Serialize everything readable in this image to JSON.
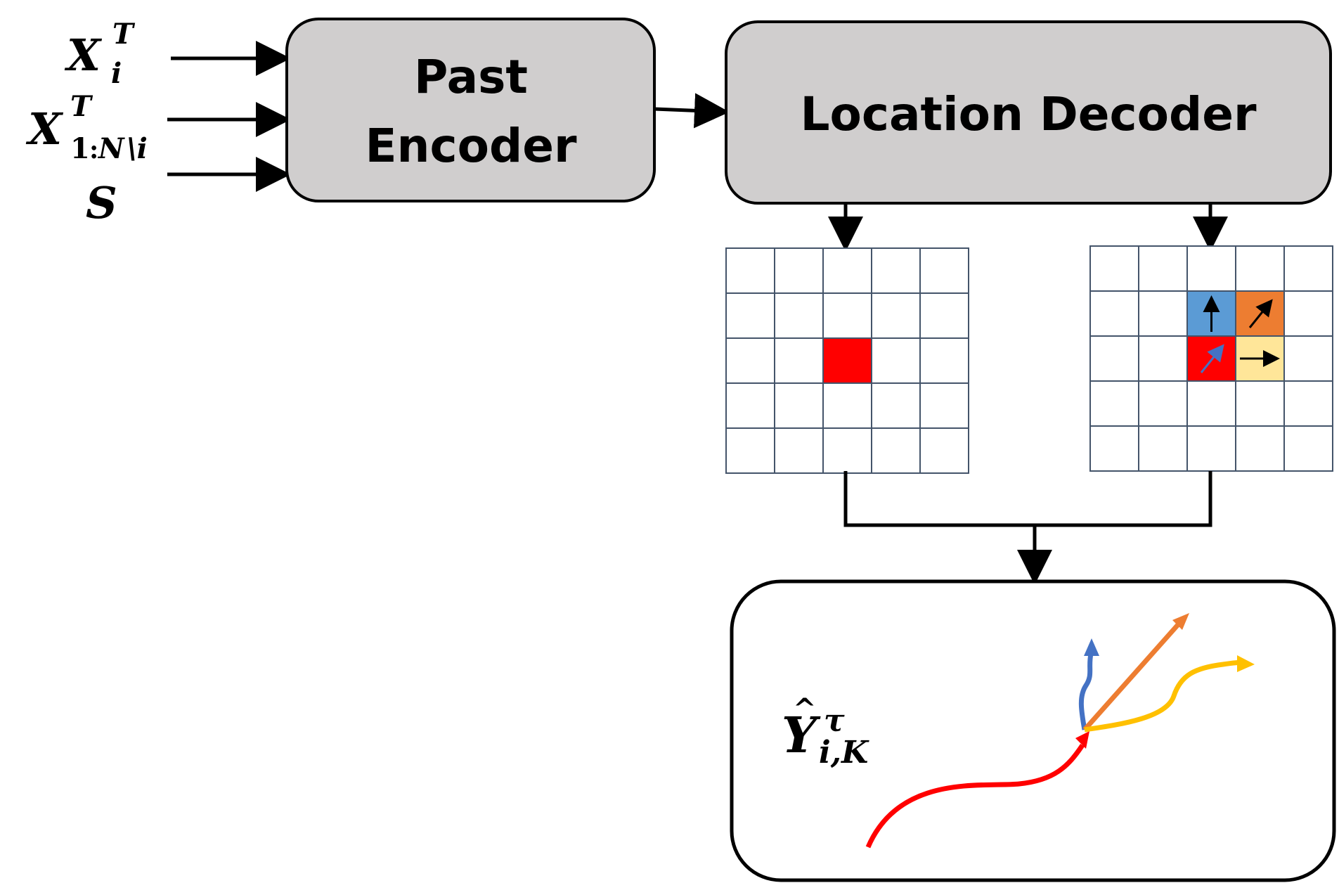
{
  "inputs": {
    "xi": {
      "base": "X",
      "sup": "T",
      "sub": "i"
    },
    "xothers": {
      "base": "X",
      "sup": "T",
      "sub_num": "1",
      "sub_colon": ":",
      "sub_n": "N",
      "sub_rest": "\\i"
    },
    "s": "S"
  },
  "encoder": {
    "line1": "Past",
    "line2": "Encoder"
  },
  "decoder": {
    "label": "Location Decoder"
  },
  "grids": {
    "rows": 5,
    "cols": 5,
    "left_highlight": {
      "row": 2,
      "col": 2,
      "color": "#ff0000"
    },
    "right_cells": [
      {
        "row": 1,
        "col": 2,
        "color": "#5b9bd5",
        "arrow": "up",
        "arrow_color": "#000000"
      },
      {
        "row": 1,
        "col": 3,
        "color": "#ed7d31",
        "arrow": "up-right",
        "arrow_color": "#000000"
      },
      {
        "row": 2,
        "col": 2,
        "color": "#ff0000",
        "arrow": "up-right",
        "arrow_color": "#4472c4"
      },
      {
        "row": 2,
        "col": 3,
        "color": "#ffe699",
        "arrow": "right",
        "arrow_color": "#000000"
      }
    ]
  },
  "output": {
    "base": "Y",
    "hat": "^",
    "sup": "τ",
    "sub": "i,K"
  },
  "colors": {
    "box_fill": "#d0cece",
    "grid_line": "#44546a",
    "past_traj": "#ff0000",
    "traj_blue": "#4472c4",
    "traj_orange": "#ed7d31",
    "traj_yellow": "#ffc000"
  }
}
